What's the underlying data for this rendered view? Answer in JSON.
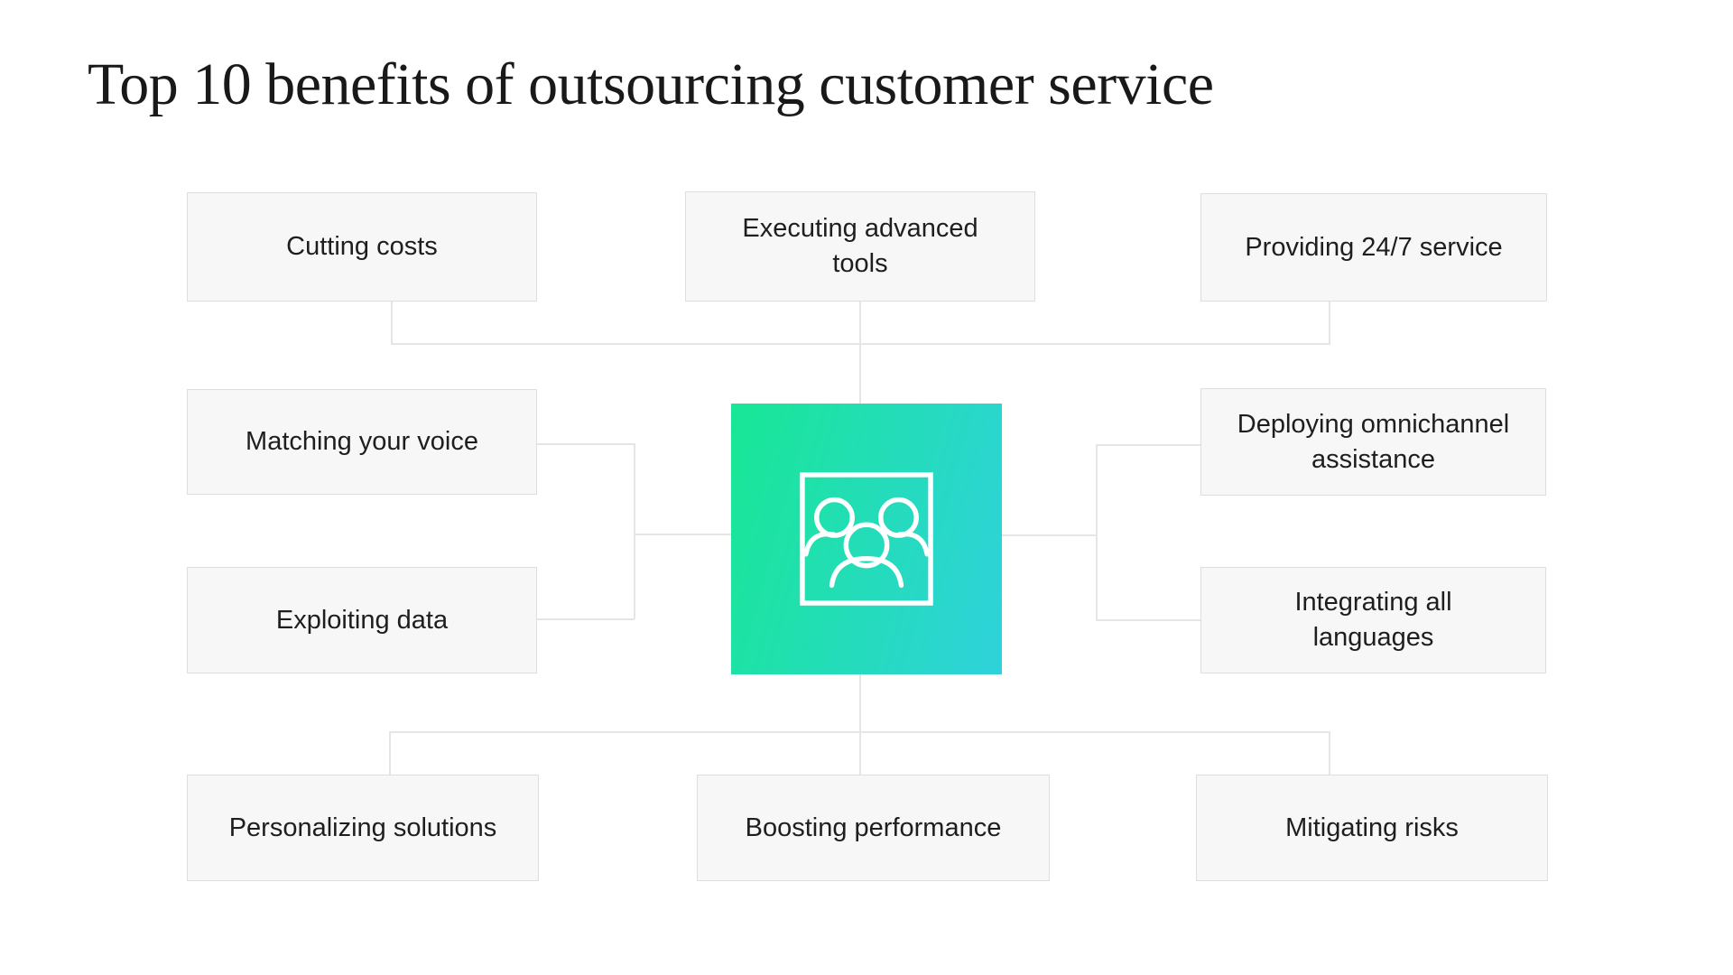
{
  "title": "Top 10 benefits of outsourcing customer service",
  "boxes": [
    {
      "id": "cutting-costs",
      "label": "Cutting costs"
    },
    {
      "id": "executing-advanced-tools",
      "label": "Executing advanced tools"
    },
    {
      "id": "providing-24-7-service",
      "label": "Providing 24/7 service"
    },
    {
      "id": "matching-your-voice",
      "label": "Matching your voice"
    },
    {
      "id": "deploying-omnichannel-assistance",
      "label": "Deploying omnichannel assistance"
    },
    {
      "id": "exploiting-data",
      "label": "Exploiting data"
    },
    {
      "id": "integrating-all-languages",
      "label": "Integrating all languages"
    },
    {
      "id": "personalizing-solutions",
      "label": "Personalizing solutions"
    },
    {
      "id": "boosting-performance",
      "label": "Boosting performance"
    },
    {
      "id": "mitigating-risks",
      "label": "Mitigating risks"
    }
  ],
  "center_icon": {
    "name": "customer-group-icon",
    "gradient_start": "#18E795",
    "gradient_end": "#2FD2DC",
    "glyph_color": "#FFFFFF"
  },
  "colors": {
    "background": "#FFFFFF",
    "box_background": "#F7F7F8",
    "box_border": "#DEDEDE",
    "connector_line": "#E5E5E6",
    "title_text": "#191919",
    "box_text": "#1E1E1E"
  }
}
